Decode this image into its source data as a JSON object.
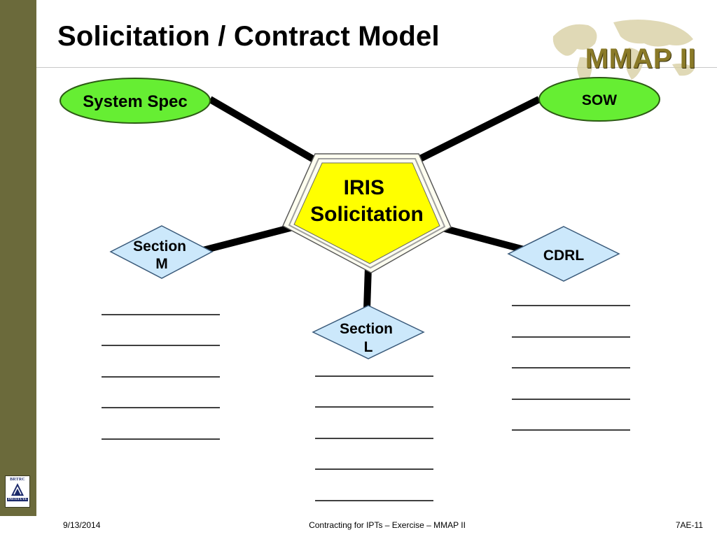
{
  "slide": {
    "title": "Solicitation / Contract Model",
    "logo_text": "MMAP II",
    "sidebar_logo": {
      "top": "BRTRC",
      "bottom": "INSTITUTE"
    }
  },
  "diagram": {
    "center": "IRIS\nSolicitation",
    "nodes": {
      "system_spec": "System Spec",
      "sow": "SOW",
      "section_m": "Section\nM",
      "section_l": "Section\nL",
      "cdrl": "CDRL"
    }
  },
  "footer": {
    "date": "9/13/2014",
    "center": "Contracting for IPTs – Exercise – MMAP II",
    "page": "7AE-11"
  },
  "colors": {
    "sidebar": "#6b6a3b",
    "oval_fill": "#66ee33",
    "diamond_fill": "#cce8fb",
    "center_fill": "#ffff00",
    "logo_gold": "#8a7a28"
  }
}
